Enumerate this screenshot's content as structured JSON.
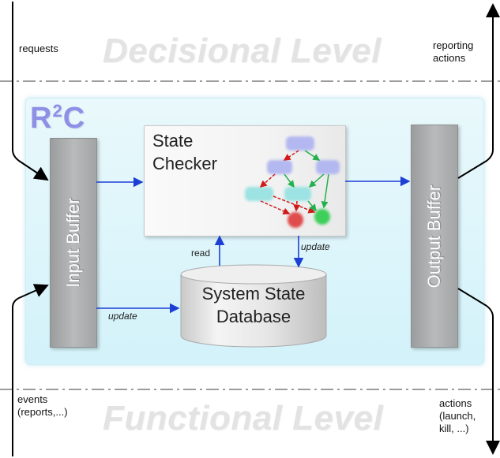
{
  "levels": {
    "decisional": "Decisional Level",
    "functional": "Functional Level"
  },
  "system": {
    "title_main": "R",
    "title_sup": "2",
    "title_tail": "C"
  },
  "external_labels": {
    "requests": "requests",
    "reporting_actions": [
      "reporting",
      "actions"
    ],
    "events": [
      "events",
      "(reports,...)"
    ],
    "actions": [
      "actions",
      "(launch,",
      "kill, ...)"
    ]
  },
  "components": {
    "input_buffer": "Input Buffer",
    "output_buffer": "Output Buffer",
    "state_checker": "State Checker",
    "database": "System State Database"
  },
  "edges": {
    "read": "read",
    "update_db": "update",
    "update_checker": "update"
  },
  "colors": {
    "flow_arrow": "#1d3fd6",
    "level_text": "#e3e3e3",
    "panel_bg": "#dcf5fb",
    "r2c_title": "#8e90e6",
    "buffer": "#a8aaab"
  }
}
